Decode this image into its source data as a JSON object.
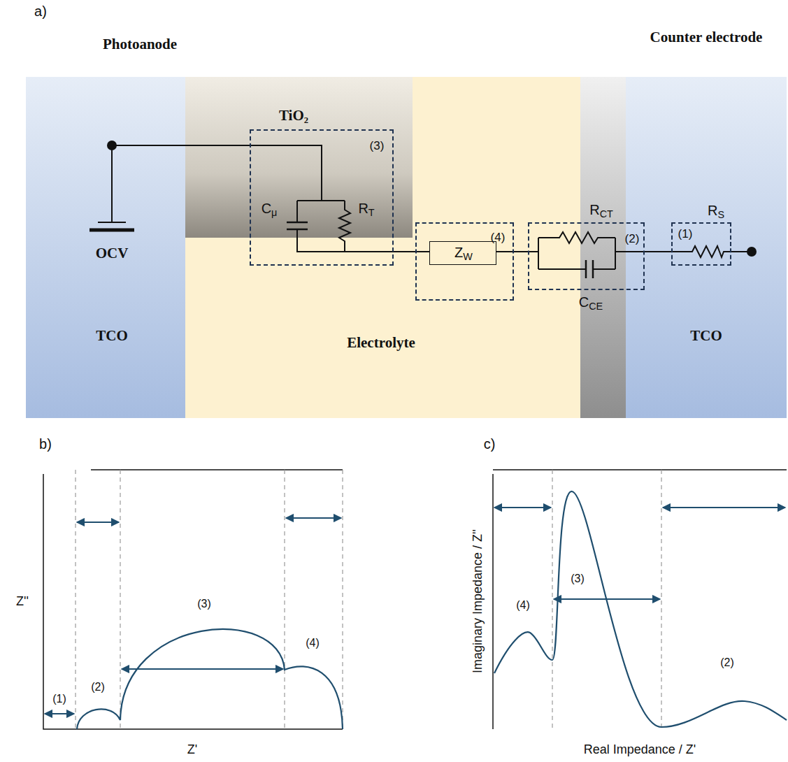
{
  "diagram": {
    "nodes": [
      {
        "text": [
          "TCO"
        ]
      },
      {
        "text": [
          "Electrolyte"
        ]
      },
      {
        "text": [
          "TiO₂"
        ]
      },
      {
        "text": [
          "TCO"
        ]
      },
      {
        "text": [
          "(3)"
        ]
      },
      {
        "text": [
          "(4)"
        ]
      },
      {
        "text": [
          "ZW"
        ],
        "in": 5
      },
      {
        "text": [
          "(2)"
        ]
      },
      {
        "text": [
          "(1)"
        ]
      }
    ],
    "edges": [
      {
        "from": 4,
        "to": 6,
        "arrow": "none"
      },
      {
        "from": 6,
        "to": 7,
        "arrow": "none"
      },
      {
        "from": 7,
        "to": 8,
        "arrow": "none"
      }
    ],
    "labels": [
      "a)",
      "Photoanode",
      "Counter electrode",
      "OCV",
      "Cμ",
      "RT",
      "RCT",
      "CCE",
      "RS",
      "b)",
      "Z''",
      "Z'",
      "(1)",
      "(2)",
      "(3)",
      "(4)",
      "c)",
      "Imaginary Impedance / Z''",
      "Real Impedance / Z'",
      "(4)",
      "(3)",
      "(2)"
    ]
  }
}
